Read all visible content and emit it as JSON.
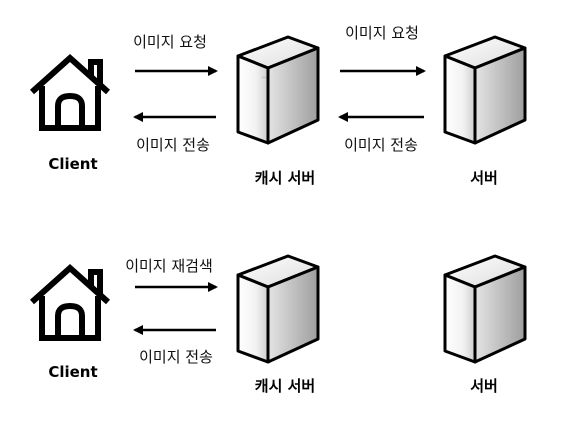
{
  "top": {
    "client_label": "Client",
    "cache_label": "캐시 서버",
    "server_label": "서버",
    "arrow1_request": "이미지 요청",
    "arrow1_response": "이미지 전송",
    "arrow2_request": "이미지 요청",
    "arrow2_response": "이미지 전송"
  },
  "bottom": {
    "client_label": "Client",
    "cache_label": "캐시 서버",
    "server_label": "서버",
    "arrow_request": "이미지 재검색",
    "arrow_response": "이미지 전송"
  },
  "colors": {
    "line": "#000000",
    "server_light": "#ffffff",
    "server_dark": "#c9c9c9"
  }
}
